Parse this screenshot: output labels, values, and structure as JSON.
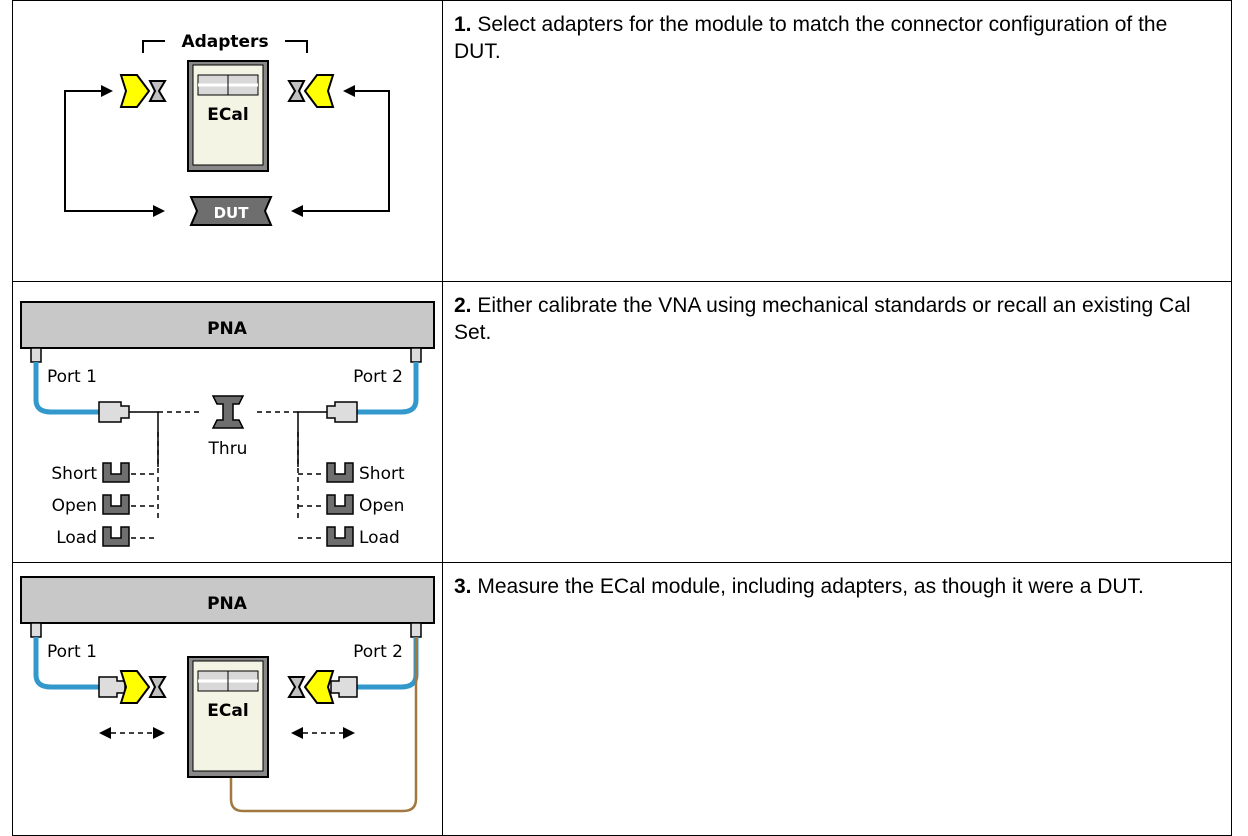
{
  "steps": [
    {
      "number": "1.",
      "text": " Select adapters for the module to match the connector configuration of the DUT.",
      "figure": {
        "adapters_label": "Adapters",
        "ecal_label": "ECal",
        "dut_label": "DUT"
      }
    },
    {
      "number": "2.",
      "text": " Either calibrate the VNA using mechanical standards or recall an existing Cal Set.",
      "figure": {
        "pna_label": "PNA",
        "port1_label": "Port 1",
        "port2_label": "Port 2",
        "thru_label": "Thru",
        "short_label": "Short",
        "open_label": "Open",
        "load_label": "Load"
      }
    },
    {
      "number": "3.",
      "text": " Measure the ECal module, including adapters, as though it were a DUT.",
      "figure": {
        "pna_label": "PNA",
        "port1_label": "Port 1",
        "port2_label": "Port 2",
        "ecal_label": "ECal"
      }
    }
  ],
  "colors": {
    "adapter_yellow": "#ffff00",
    "cable_blue": "#3399cc",
    "cable_brown": "#a07840",
    "pna_gray": "#c8c8c8",
    "dut_gray": "#6e6e6e"
  }
}
